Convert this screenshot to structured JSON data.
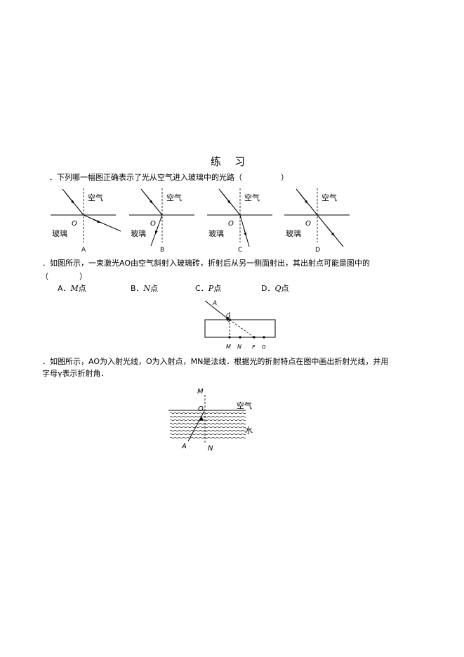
{
  "title": "练　习",
  "q1": {
    "text": "．下列哪一幅图正确表示了光从空气进入玻璃中的光路（　　　　　）",
    "air_label": "空气",
    "glass_label": "玻璃",
    "point_label": "O",
    "diagram_labels": [
      "A",
      "B",
      "C",
      "D"
    ]
  },
  "q2": {
    "text_line1": "．如图所示，一束激光AO由空气斜射入玻璃砖，折射后从另一侧面射出，其出射点可能是图中的",
    "text_line2": "（　　　　）",
    "options": [
      {
        "letter": "A．",
        "point": "M",
        "suffix": "点"
      },
      {
        "letter": "B．",
        "point": "N",
        "suffix": "点"
      },
      {
        "letter": "C．",
        "point": "P",
        "suffix": "点"
      },
      {
        "letter": "D．",
        "point": "Q",
        "suffix": "点"
      }
    ],
    "fig_labels": {
      "a": "A",
      "o": "O",
      "m": "M",
      "n": "N",
      "p": "P",
      "q": "Q"
    }
  },
  "q3": {
    "text_line1": "．如图所示，AO为入射光线，O为入射点，MN是法线．根据光的折射特点在图中画出折射光线，并用",
    "text_line2": "字母γ表示折射角．",
    "fig_labels": {
      "m": "M",
      "o": "O",
      "air": "空气",
      "water": "水",
      "a": "A",
      "n": "N"
    }
  }
}
